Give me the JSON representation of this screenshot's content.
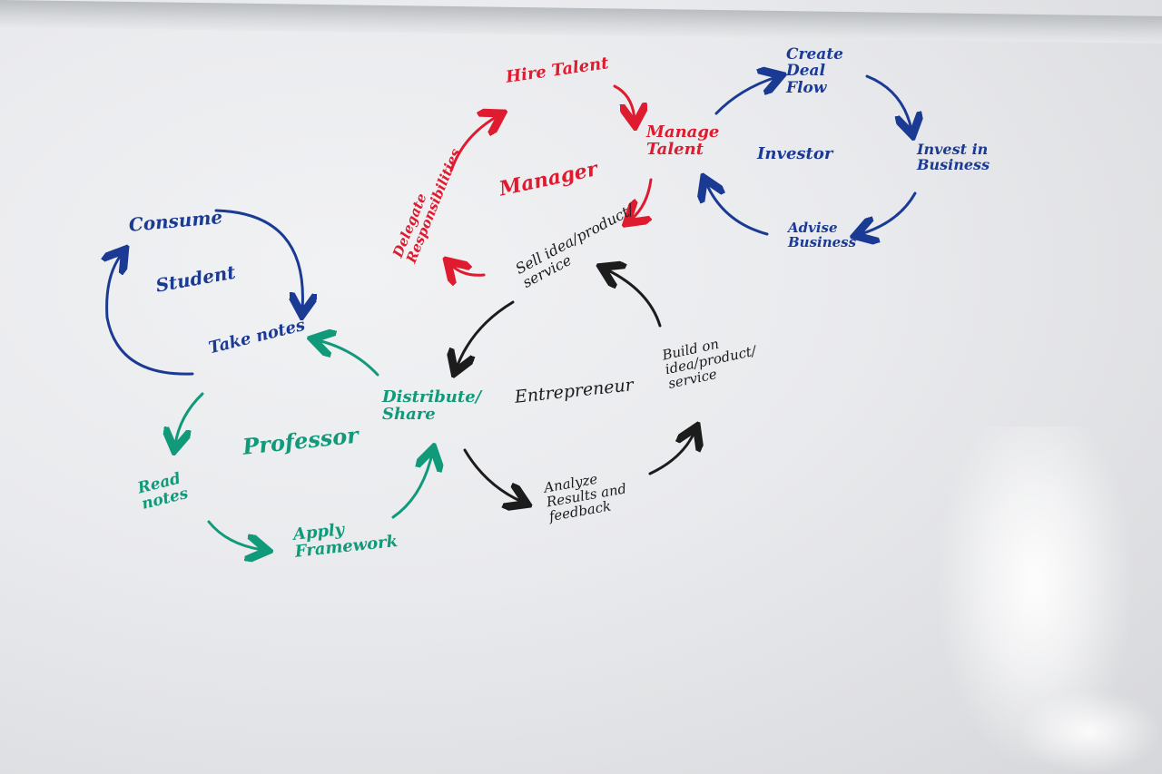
{
  "board": {
    "manager_cycle": {
      "center": "Manager",
      "steps": [
        "Hire Talent",
        "Manage\nTalent",
        "Sell idea/product/\nservice",
        "Delegate\nResponsibilities"
      ]
    },
    "investor_cycle": {
      "center": "Investor",
      "steps": [
        "Create\nDeal\nFlow",
        "Invest in\nBusiness",
        "Advise\nBusiness"
      ]
    },
    "student_cycle": {
      "center": "Student",
      "steps": [
        "Consume",
        "Take notes"
      ]
    },
    "professor_cycle": {
      "center": "Professor",
      "steps": [
        "Distribute/\nShare",
        "Read\nnotes",
        "Apply\nFramework"
      ]
    },
    "entrepreneur_cycle": {
      "center": "Entrepreneur",
      "steps": [
        "Build on\nidea/product/\nservice",
        "Analyze\nResults and\nfeedback"
      ]
    }
  },
  "colors": {
    "manager": "#de1b2f",
    "investor": "#1a3a93",
    "student": "#1a3a93",
    "professor": "#109a7a",
    "entrepreneur": "#1c1c1c"
  }
}
